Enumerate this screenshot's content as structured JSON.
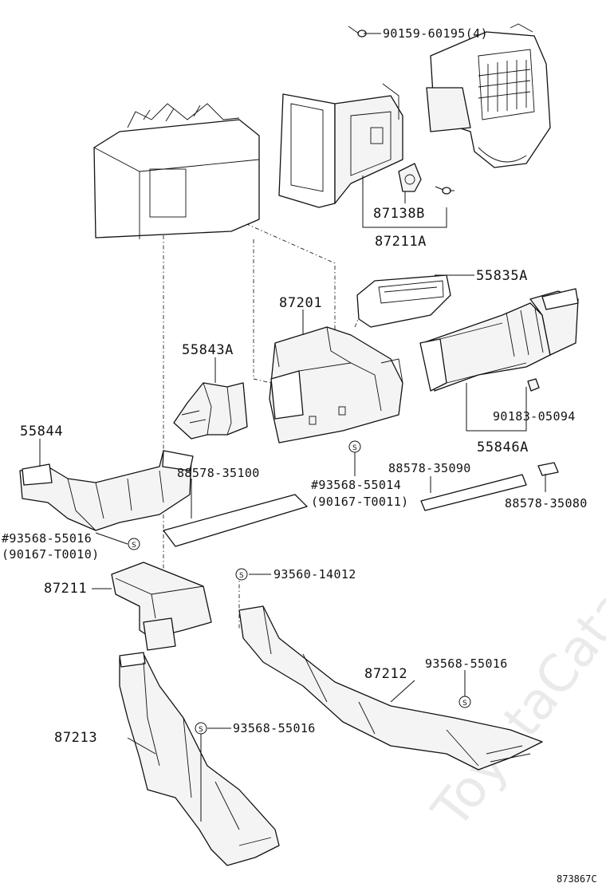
{
  "watermark": "ToyotaCatalog.ru",
  "figure_code": "873867C",
  "symbol_letter": "S",
  "labels": {
    "screw_top": "90159-60195(4)",
    "p87138b": "87138B",
    "p87211a": "87211A",
    "p55835a": "55835A",
    "p87201": "87201",
    "p55843a": "55843A",
    "p55844": "55844",
    "p90183": "90183-05094",
    "p55846a": "55846A",
    "p88578_35100": "88578-35100",
    "p88578_35090": "88578-35090",
    "p88578_35080": "88578-35080",
    "p93568_55014": "#93568-55014",
    "p90167_t0011": "(90167-T0011)",
    "p93568_55016_left": "#93568-55016",
    "p90167_t0010": "(90167-T0010)",
    "p87211": "87211",
    "p93560_14012": "93560-14012",
    "p87212": "87212",
    "p93568_55016_right": "93568-55016",
    "p87213": "87213",
    "p93568_55016_low": "93568-55016"
  }
}
